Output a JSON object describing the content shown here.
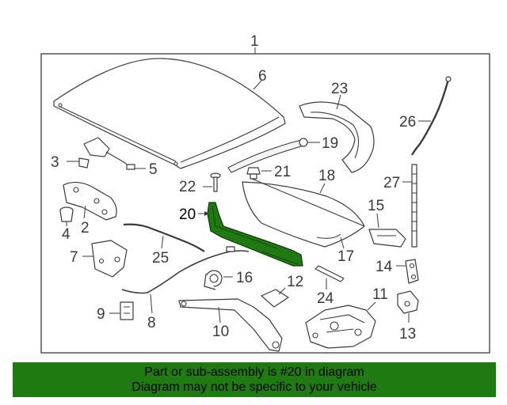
{
  "callouts": {
    "c1": "1",
    "c2": "2",
    "c3": "3",
    "c4": "4",
    "c5": "5",
    "c6": "6",
    "c7": "7",
    "c8": "8",
    "c9": "9",
    "c10": "10",
    "c11": "11",
    "c12": "12",
    "c13": "13",
    "c14": "14",
    "c15": "15",
    "c16": "16",
    "c17": "17",
    "c18": "18",
    "c19": "19",
    "c20": "20",
    "c21": "21",
    "c22": "22",
    "c23": "23",
    "c24": "24",
    "c25": "25",
    "c26": "26",
    "c27": "27"
  },
  "highlight_color": "#1f7a12",
  "banner": {
    "line1": "Part or sub-assembly is #20 in diagram",
    "line2": "Diagram may not be specific to your vehicle"
  }
}
